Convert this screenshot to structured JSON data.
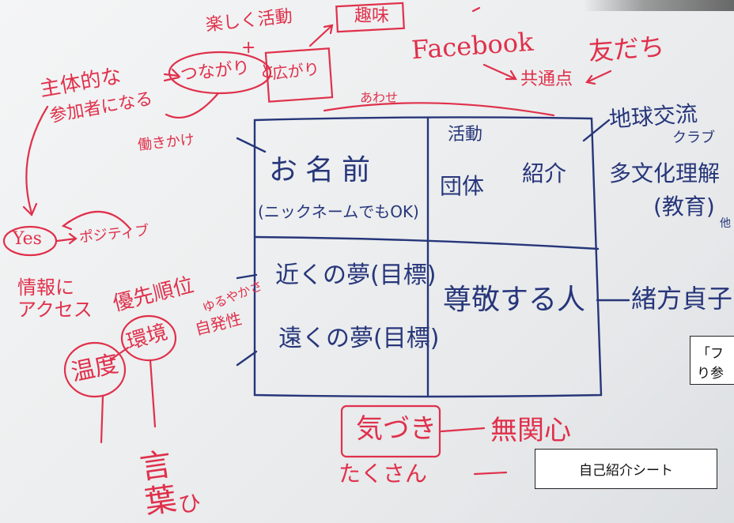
{
  "red_notes": {
    "tanoshiku_katsudou": "楽しく活動",
    "plus": "+",
    "hobby": "趣味",
    "facebook": "Facebook",
    "tomodachi": "友だち",
    "kyoutsuuten": "共通点",
    "shutaiteki_1": "主体的な",
    "shutaiteki_2": "参加者になる",
    "tsunagari": "つながり",
    "to": "と",
    "hirogari": "広がり",
    "awase": "あわせ",
    "hatarakikake": "働きかけ",
    "yes": "Yes",
    "positive": "ポジティブ",
    "jouhou_1": "情報に",
    "jouhou_2": "アクセス",
    "yuusen": "優先順位",
    "yurusa": "ゆるやかさ",
    "jihatsusei": "自発性",
    "ondo": "温度",
    "kankyou": "環境",
    "kotoba": "言葉",
    "hi": "ひ",
    "kizuki": "気づき",
    "mukanshin": "無関心",
    "takusan": "たくさん"
  },
  "blue_notes": {
    "onamae": "お名前",
    "nickname": "(ニックネームでもOK)",
    "katsudou": "活動",
    "dantai": "団体",
    "shoukai": "紹介",
    "chikaku": "近くの夢(目標)",
    "tooku": "遠くの夢(目標)",
    "sonkei": "尊敬する人",
    "ogata": "緒方貞子",
    "chikyuu_1": "地球交流",
    "chikyuu_2": "クラブ",
    "tabunka": "多文化理解",
    "kyouiku": "(教育)",
    "hoka": "他"
  },
  "labels": {
    "partial_caption_1": "「フ",
    "partial_caption_2": "り参",
    "sheet_title": "自己紹介シート"
  },
  "colors": {
    "red_ink": "#e0304b",
    "blue_ink": "#27367a",
    "board": "#eceeef"
  }
}
